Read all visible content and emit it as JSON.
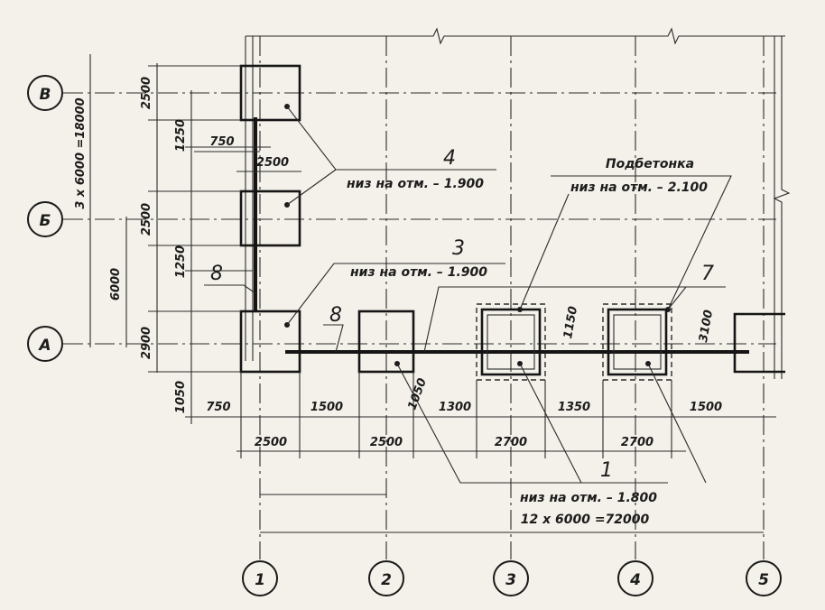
{
  "axes_rows": {
    "v": "В",
    "b": "Б",
    "a": "А"
  },
  "axes_cols": {
    "c1": "1",
    "c2": "2",
    "c3": "3",
    "c4": "4",
    "c5": "5"
  },
  "dims": {
    "total_v": "3 x 6000 =18000",
    "row_ab": "6000",
    "v_2500": "2500",
    "v_1250": "1250",
    "v_750": "750",
    "v_width": "2500",
    "b_2500": "2500",
    "b_1250": "1250",
    "a_2900": "2900",
    "a_1050": "1050",
    "a_750": "750",
    "a_1500": "1500",
    "a_1050b": "1050",
    "a_1300": "1300",
    "a_1350": "1350",
    "a_1500b": "1500",
    "a_1150": "1150",
    "a_3100": "3100",
    "w1": "2500",
    "w2": "2500",
    "w3": "2700",
    "w4": "2700",
    "total_h": "12 x 6000 =72000"
  },
  "callouts": {
    "n4": "4",
    "n4_text": "низ на отм. – 1.900",
    "n3": "3",
    "n3_text": "низ на отм. – 1.900",
    "n8a": "8",
    "n8b": "8",
    "n7": "7",
    "n1": "1",
    "n1_text": "низ на отм. – 1.800",
    "concrete_title": "Подбетонка",
    "concrete_text": "низ на отм. – 2.100"
  }
}
